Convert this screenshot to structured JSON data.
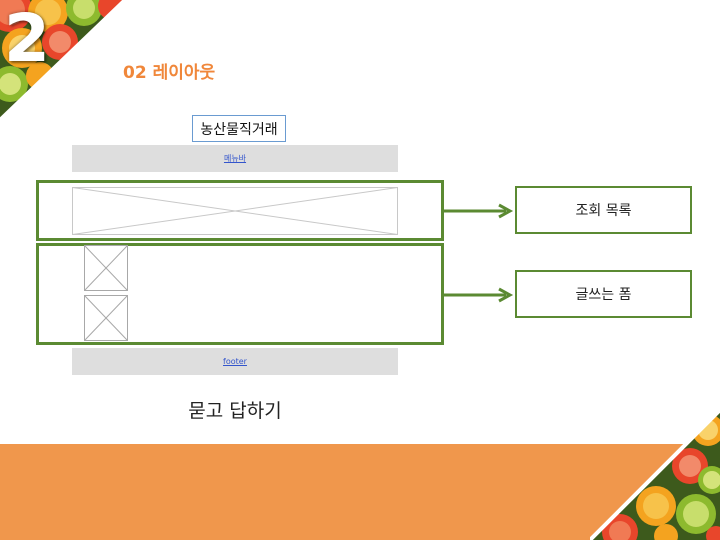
{
  "slide": {
    "number": "2",
    "section_title": "02 레이아웃",
    "caption": "묻고 답하기"
  },
  "wireframe": {
    "site_title": "농산물직거래",
    "menu_bar_label": "메뉴바",
    "footer_label": "footer"
  },
  "annotations": {
    "list_label": "조회 목록",
    "form_label": "글쓰는 폼"
  },
  "colors": {
    "accent_orange": "#f0974c",
    "title_orange": "#f0873a",
    "frame_green": "#5b8a32",
    "bar_gray": "#dedede"
  }
}
